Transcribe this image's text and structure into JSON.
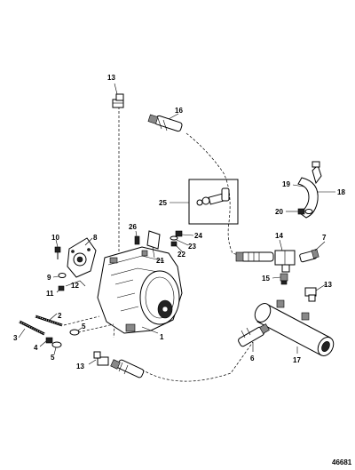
{
  "diagram": {
    "figure_number": "46681",
    "callouts": {
      "c1": "1",
      "c2": "2",
      "c3": "3",
      "c4": "4",
      "c5a": "5",
      "c5b": "5",
      "c6": "6",
      "c7": "7",
      "c8": "8",
      "c9": "9",
      "c10": "10",
      "c11": "11",
      "c12": "12",
      "c13a": "13",
      "c13b": "13",
      "c13c": "13",
      "c14": "14",
      "c15": "15",
      "c16": "16",
      "c17": "17",
      "c18": "18",
      "c19": "19",
      "c20": "20",
      "c21": "21",
      "c22": "22",
      "c23": "23",
      "c24": "24",
      "c25": "25",
      "c26": "26"
    }
  }
}
